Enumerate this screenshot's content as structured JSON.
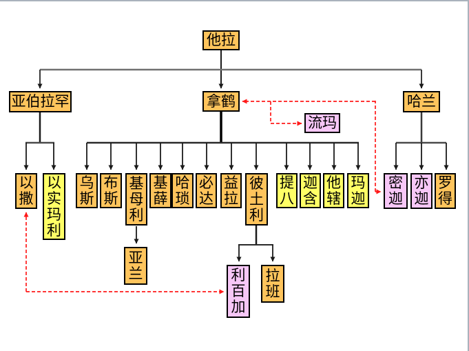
{
  "window": {
    "border_color": "#a9b2bc"
  },
  "diagram": {
    "type": "family-tree",
    "root": "他拉",
    "colors": {
      "male_box": "#FFC45C",
      "yellow_box": "#FFFF66",
      "female_box": "#F7C7F7",
      "line": "#1a1a1a",
      "marriage_line": "#ff1a1a"
    },
    "nodes": {
      "tala": {
        "label": "他拉"
      },
      "yabolahan": {
        "label": "亚伯拉罕"
      },
      "nahe": {
        "label": "拿鹤"
      },
      "halan": {
        "label": "哈兰"
      },
      "liuma": {
        "label": "流玛"
      },
      "yisa": {
        "label": "以撒"
      },
      "yishimali": {
        "label": "以实玛利"
      },
      "wusi": {
        "label": "乌斯"
      },
      "busi": {
        "label": "布斯"
      },
      "jimuli": {
        "label": "基母利"
      },
      "jixue": {
        "label": "基薛"
      },
      "hasuo": {
        "label": "哈琐"
      },
      "bida": {
        "label": "必达"
      },
      "yila": {
        "label": "益拉"
      },
      "bituli": {
        "label": "彼土利"
      },
      "tiba": {
        "label": "提八"
      },
      "jiahan": {
        "label": "迦含"
      },
      "taxia": {
        "label": "他辖"
      },
      "majia": {
        "label": "玛迦"
      },
      "mijia": {
        "label": "密迦"
      },
      "yijia": {
        "label": "亦迦"
      },
      "luode": {
        "label": "罗得"
      },
      "yalan": {
        "label": "亚兰"
      },
      "libaijia": {
        "label": "利百加"
      },
      "laban": {
        "label": "拉班"
      }
    },
    "relationships": {
      "children_of_tala": [
        "亚伯拉罕",
        "拿鹤",
        "哈兰"
      ],
      "children_of_yabolahan": [
        "以撒",
        "以实玛利"
      ],
      "children_of_nahe": [
        "乌斯",
        "布斯",
        "基母利",
        "基薛",
        "哈琐",
        "必达",
        "益拉",
        "彼土利",
        "提八",
        "迦含",
        "他辖",
        "玛迦"
      ],
      "children_of_halan": [
        "密迦",
        "亦迦",
        "罗得"
      ],
      "children_of_jimuli": [
        "亚兰"
      ],
      "children_of_bituli": [
        "利百加",
        "拉班"
      ],
      "marriage_links": [
        {
          "from": "密迦",
          "to": "拿鹤"
        },
        {
          "from": "拿鹤",
          "to": "流玛"
        },
        {
          "from": "利百加",
          "to": "以撒"
        }
      ]
    }
  }
}
